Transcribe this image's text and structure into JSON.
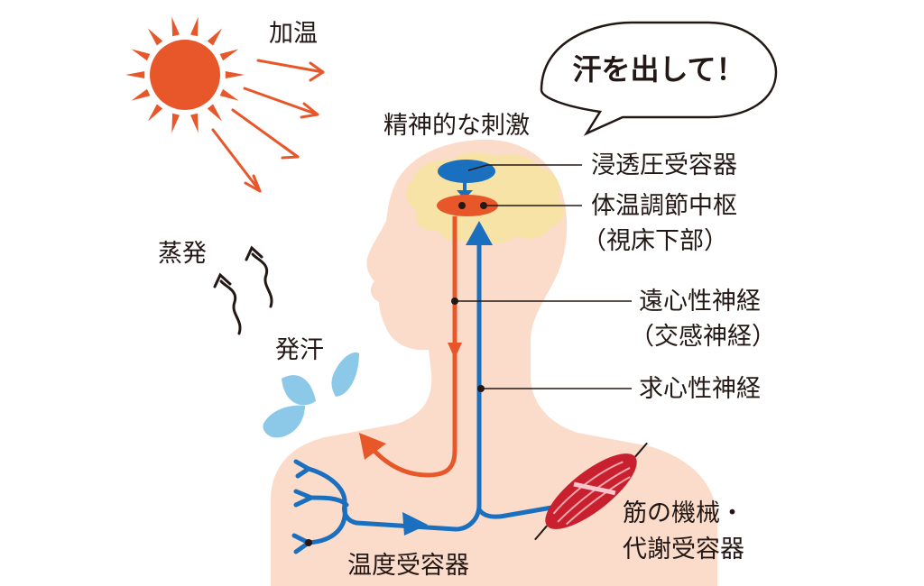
{
  "labels": {
    "heating": "加温",
    "evaporation": "蒸発",
    "sweating": "発汗",
    "mental_stimulus": "精神的な刺激",
    "osmoreceptor": "浸透圧受容器",
    "thermo_center": "体温調節中枢",
    "thermo_center_sub": "（視床下部）",
    "efferent_nerve": "遠心性神経",
    "efferent_nerve_sub": "（交感神経）",
    "afferent_nerve": "求心性神経",
    "muscle_receptor_1": "筋の機械・",
    "muscle_receptor_2": "代謝受容器",
    "thermoreceptor": "温度受容器"
  },
  "speech_bubble": {
    "text": "汗を出して！"
  },
  "colors": {
    "sun": "#e8572a",
    "efferent": "#e8572a",
    "afferent": "#1a6fbf",
    "skin": "#fbdccb",
    "brain": "#f7e3a6",
    "sweat": "#8cc8e8",
    "muscle": "#c8202e",
    "text": "#231815"
  },
  "icons": [
    "sun-icon",
    "brain-icon",
    "muscle-icon",
    "sweat-drops-icon",
    "vapor-arrows-icon"
  ]
}
